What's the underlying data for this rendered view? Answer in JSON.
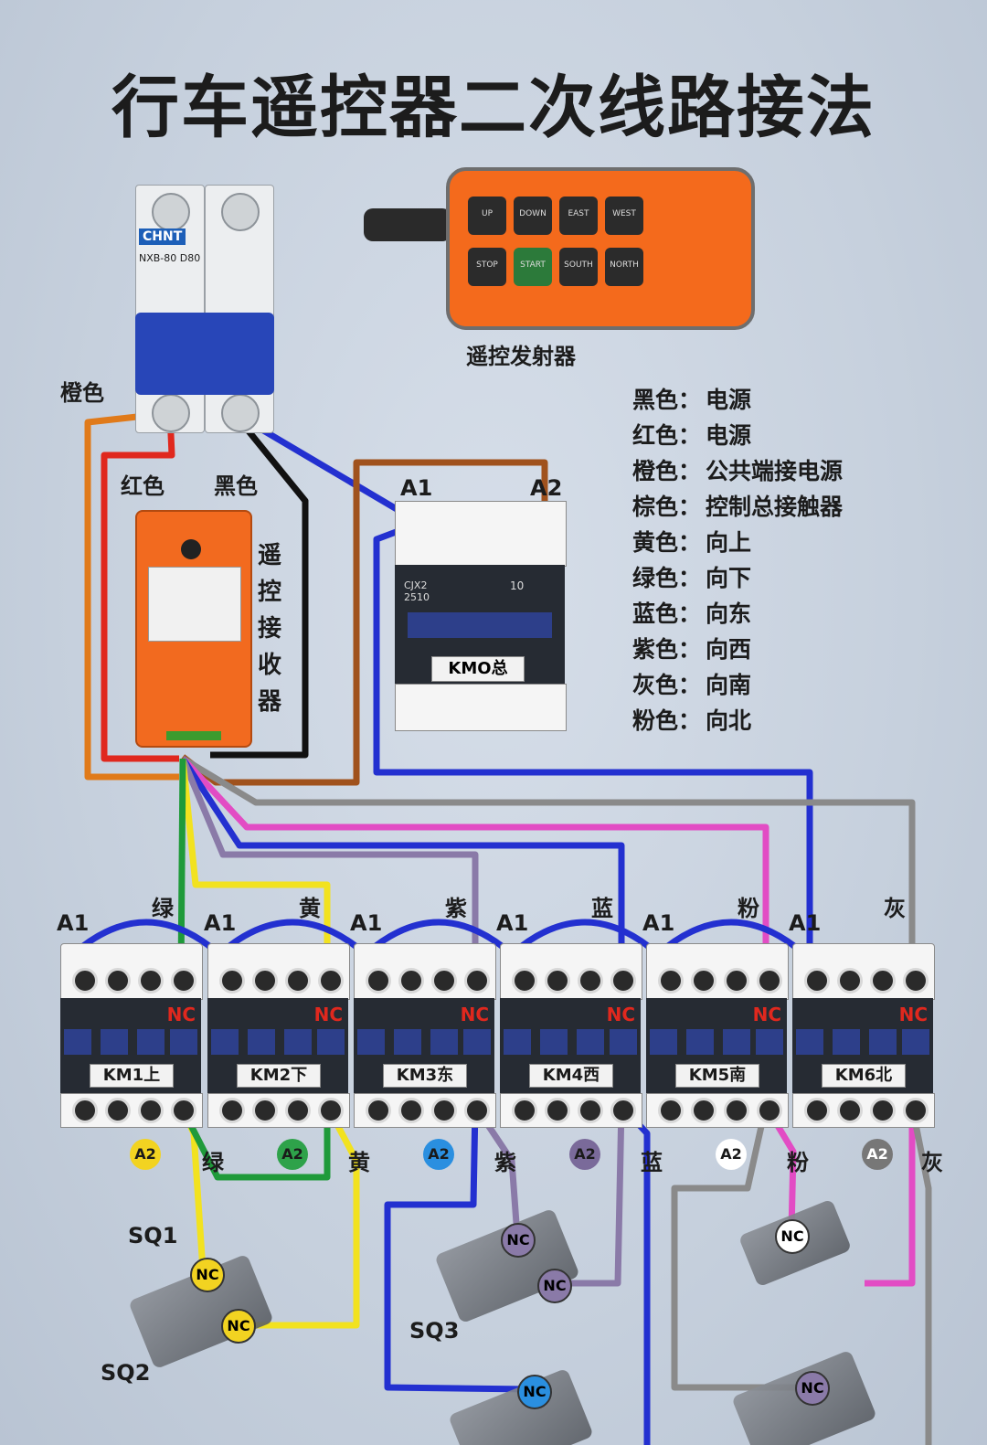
{
  "title": "行车遥控器二次线路接法",
  "labels": {
    "transmitter": "遥控发射器",
    "receiver": "遥控接收器",
    "orange": "橙色",
    "red": "红色",
    "black": "黑色",
    "a1": "A1",
    "a2": "A2",
    "nc": "NC",
    "main_contactor": "KMO总",
    "main_code": "CJX2 2510",
    "main_ten": "10",
    "breaker_brand": "CHNT",
    "breaker_model": "NXB-80 D80"
  },
  "legend": [
    {
      "color": "黑色：",
      "meaning": "电源"
    },
    {
      "color": "红色：",
      "meaning": "电源"
    },
    {
      "color": "橙色：",
      "meaning": "公共端接电源"
    },
    {
      "color": "棕色：",
      "meaning": "控制总接触器"
    },
    {
      "color": "黄色：",
      "meaning": "向上"
    },
    {
      "color": "绿色：",
      "meaning": "向下"
    },
    {
      "color": "蓝色：",
      "meaning": "向东"
    },
    {
      "color": "紫色：",
      "meaning": "向西"
    },
    {
      "color": "灰色：",
      "meaning": "向南"
    },
    {
      "color": "粉色：",
      "meaning": "向北"
    }
  ],
  "contactors": [
    {
      "name": "KM1上",
      "top_color_label": "绿",
      "bottom_label": "",
      "a2_color": "#f2d321",
      "a2_text_color": "#1a1a1a"
    },
    {
      "name": "KM2下",
      "top_color_label": "黄",
      "bottom_label": "绿",
      "a2_color": "#2ea24a",
      "a2_text_color": "#1a1a1a"
    },
    {
      "name": "KM3东",
      "top_color_label": "紫",
      "bottom_label": "黄",
      "a2_color": "#2a8fe0",
      "a2_text_color": "#1a1a1a"
    },
    {
      "name": "KM4西",
      "top_color_label": "蓝",
      "bottom_label": "紫",
      "a2_color": "#7a6a9a",
      "a2_text_color": "#1a1a1a"
    },
    {
      "name": "KM5南",
      "top_color_label": "粉",
      "bottom_label": "蓝",
      "a2_color": "#ffffff",
      "a2_text_color": "#1a1a1a"
    },
    {
      "name": "KM6北",
      "top_color_label": "灰",
      "bottom_label": "粉",
      "a2_color": "#777777",
      "a2_text_color": "#ffffff"
    }
  ],
  "trailing_bottom_label": "灰",
  "remote_buttons": [
    "UP",
    "DOWN",
    "EAST",
    "WEST",
    "STOP",
    "START",
    "SOUTH",
    "NORTH"
  ],
  "limit_switches": [
    "SQ1",
    "SQ2",
    "SQ3"
  ],
  "wire_colors": {
    "orange": "#e07a1a",
    "red": "#e0281e",
    "black": "#111111",
    "blue": "#2330d0",
    "brown": "#a0521d",
    "yellow": "#f2e21f",
    "green": "#1f9a3a",
    "purple": "#8a7aa8",
    "gray": "#8a8a8a",
    "pink": "#e24cc4"
  }
}
